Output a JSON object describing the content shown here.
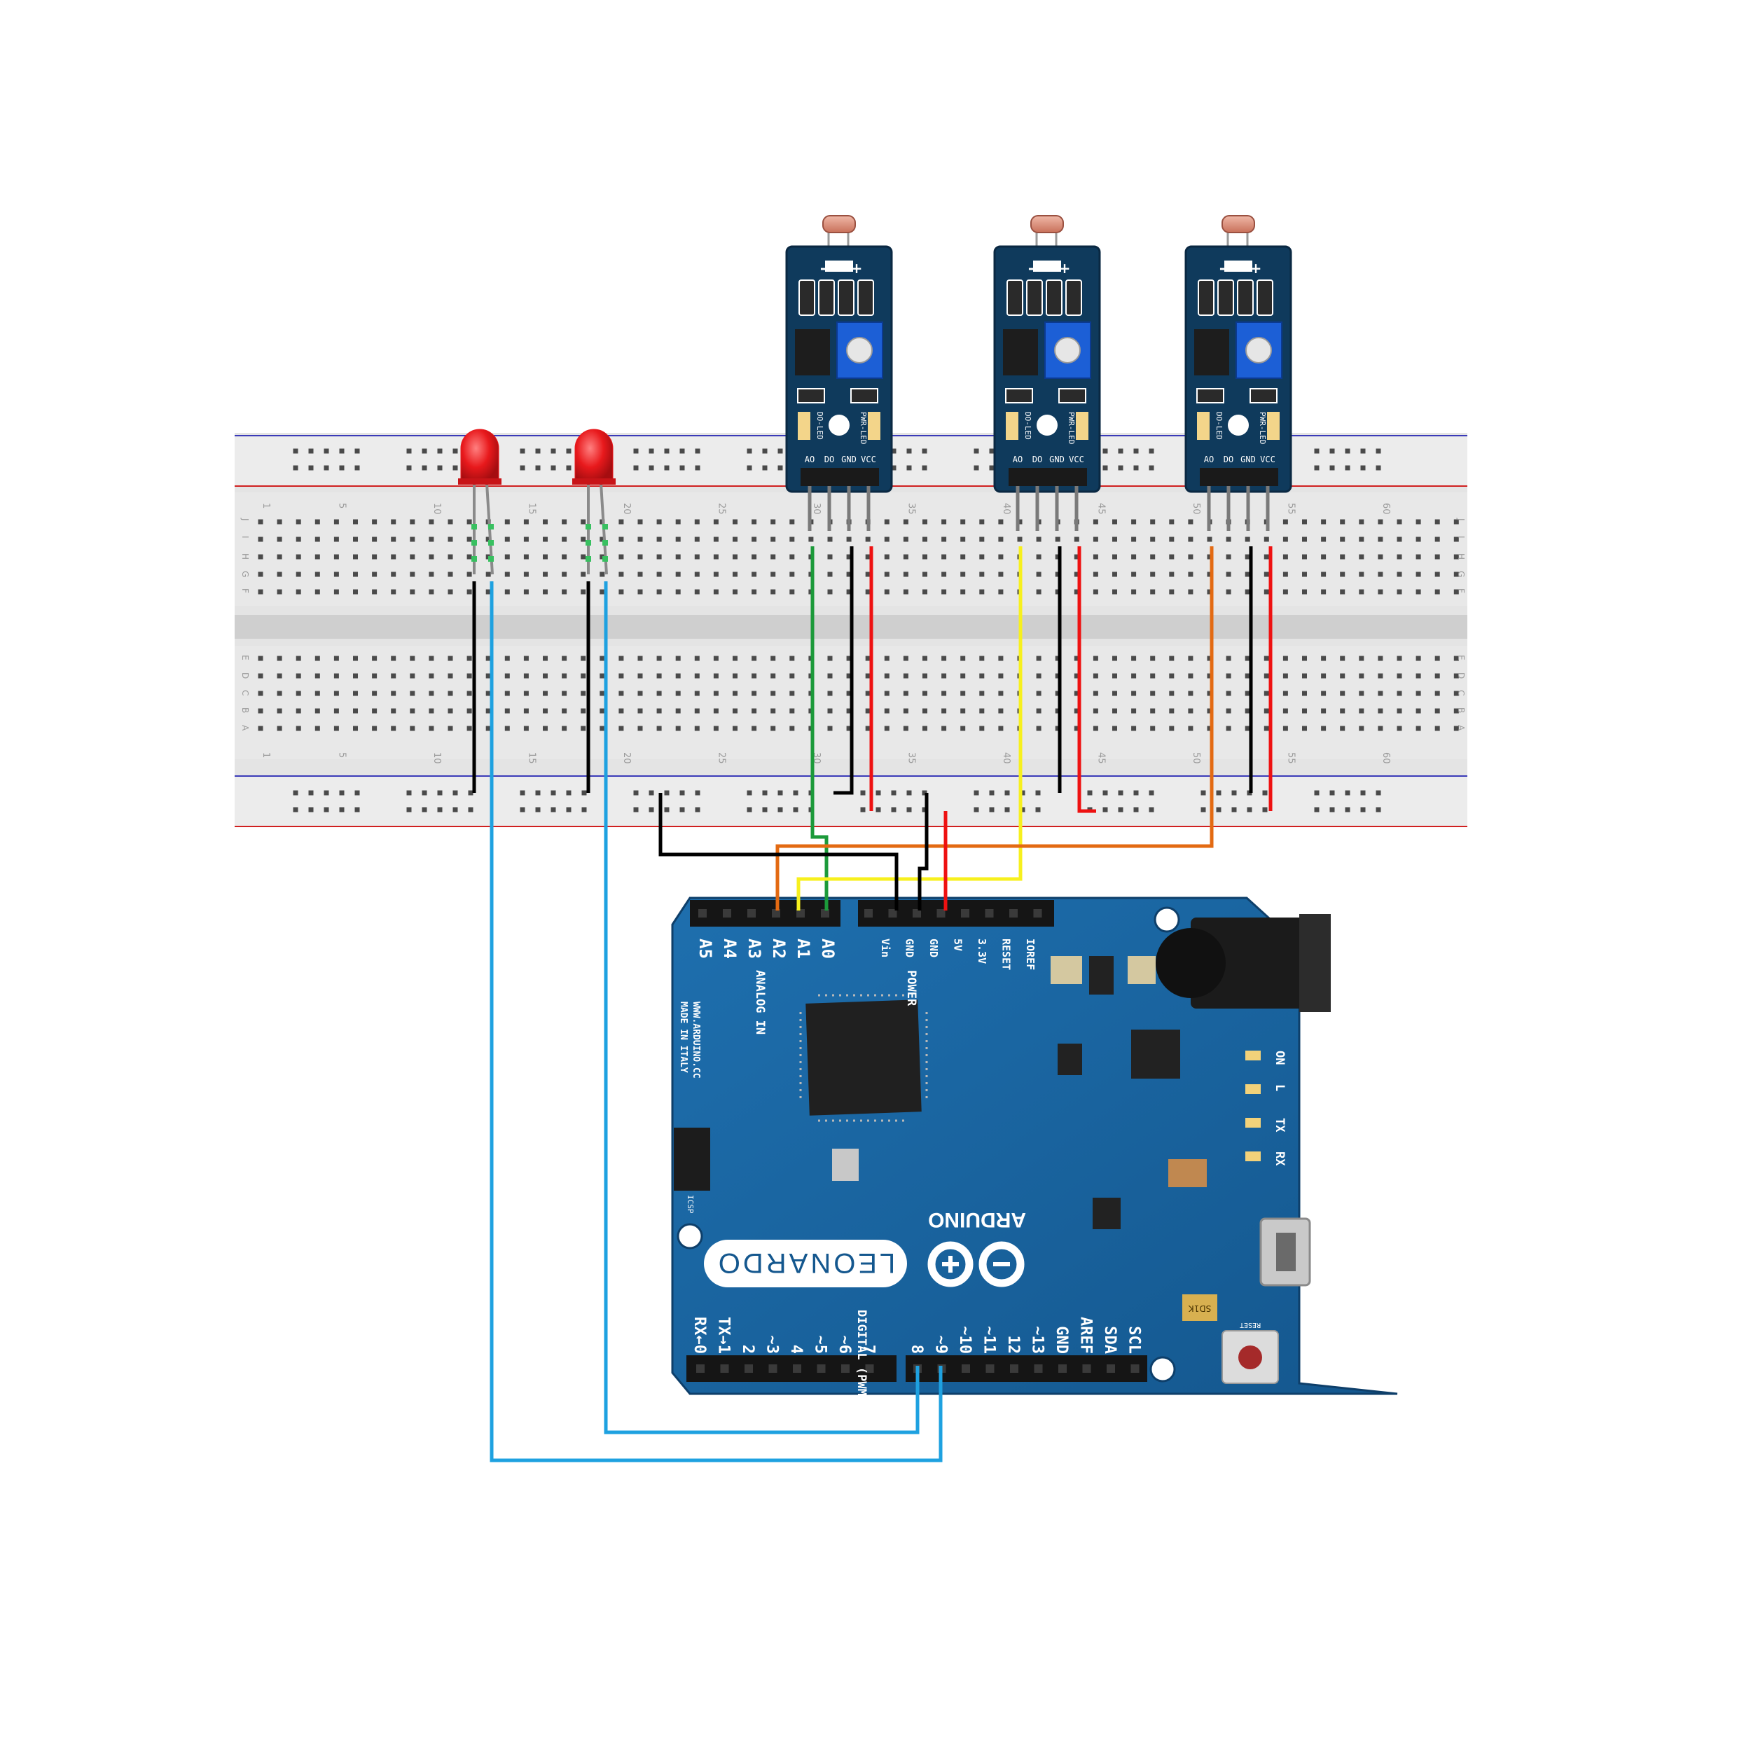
{
  "breadboard": {
    "column_numbers": [
      "1",
      "5",
      "10",
      "15",
      "20",
      "25",
      "30",
      "35",
      "40",
      "45",
      "50",
      "55",
      "60"
    ],
    "row_letters_top": [
      "J",
      "I",
      "H",
      "G",
      "F"
    ],
    "row_letters_bottom": [
      "E",
      "D",
      "C",
      "B",
      "A"
    ]
  },
  "sensor_modules": [
    {
      "pins": [
        "AO",
        "DO",
        "GND",
        "VCC"
      ],
      "signal_led": "DO-LED",
      "power_led": "PWR-LED",
      "silk_minus": "-",
      "silk_plus": "+"
    },
    {
      "pins": [
        "AO",
        "DO",
        "GND",
        "VCC"
      ],
      "signal_led": "DO-LED",
      "power_led": "PWR-LED",
      "silk_minus": "-",
      "silk_plus": "+"
    },
    {
      "pins": [
        "AO",
        "DO",
        "GND",
        "VCC"
      ],
      "signal_led": "DO-LED",
      "power_led": "PWR-LED",
      "silk_minus": "-",
      "silk_plus": "+"
    }
  ],
  "leds": [
    {
      "color": "#e8191c"
    },
    {
      "color": "#e8191c"
    }
  ],
  "arduino": {
    "analog_pins": [
      "A5",
      "A4",
      "A3",
      "A2",
      "A1",
      "A0"
    ],
    "analog_header": "ANALOG IN",
    "power_pins": [
      "Vin",
      "GND",
      "GND",
      "5V",
      "3.3V",
      "RESET",
      "IOREF"
    ],
    "power_header": "POWER",
    "digital_pins": [
      "RX←0",
      "TX→1",
      "2",
      "~3",
      "4",
      "~5",
      "~6",
      "7",
      "8",
      "~9",
      "~10",
      "~11",
      "12",
      "~13",
      "GND",
      "AREF",
      "SDA",
      "SCL"
    ],
    "digital_header": "DIGITAL (PWM~)",
    "board_name": "LEONARDO",
    "brand": "ARDUINO",
    "website": "WWW.ARDUINO.CC",
    "made_in": "MADE IN ITALY",
    "status_leds": [
      "ON",
      "L",
      "TX",
      "RX"
    ],
    "icsp": "ICSP",
    "reset": "RESET",
    "crystal": "SD1K"
  },
  "wire_colors": {
    "black": "#000000",
    "red": "#ee1111",
    "green": "#1c9a3a",
    "yellow": "#f7f01e",
    "orange": "#e36a12",
    "blue": "#1ea1e0"
  }
}
